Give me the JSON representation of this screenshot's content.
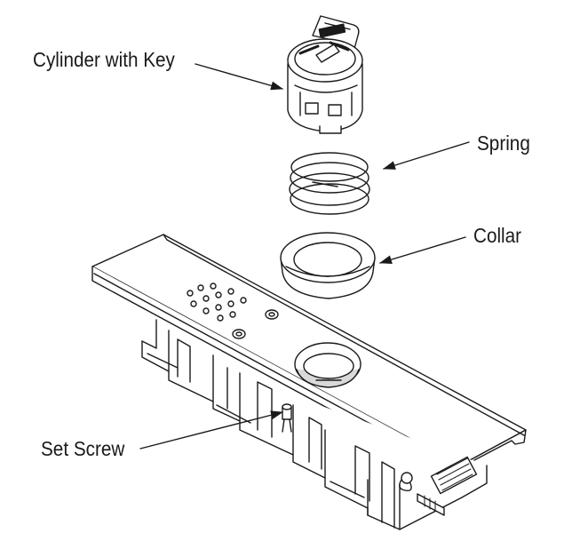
{
  "diagram": {
    "callouts": {
      "cylinder_with_key": "Cylinder with Key",
      "spring": "Spring",
      "collar": "Collar",
      "set_screw": "Set Screw"
    },
    "colors": {
      "line": "#1a1a1a",
      "fill": "#ffffff",
      "shade": "#d9d9d9"
    }
  }
}
